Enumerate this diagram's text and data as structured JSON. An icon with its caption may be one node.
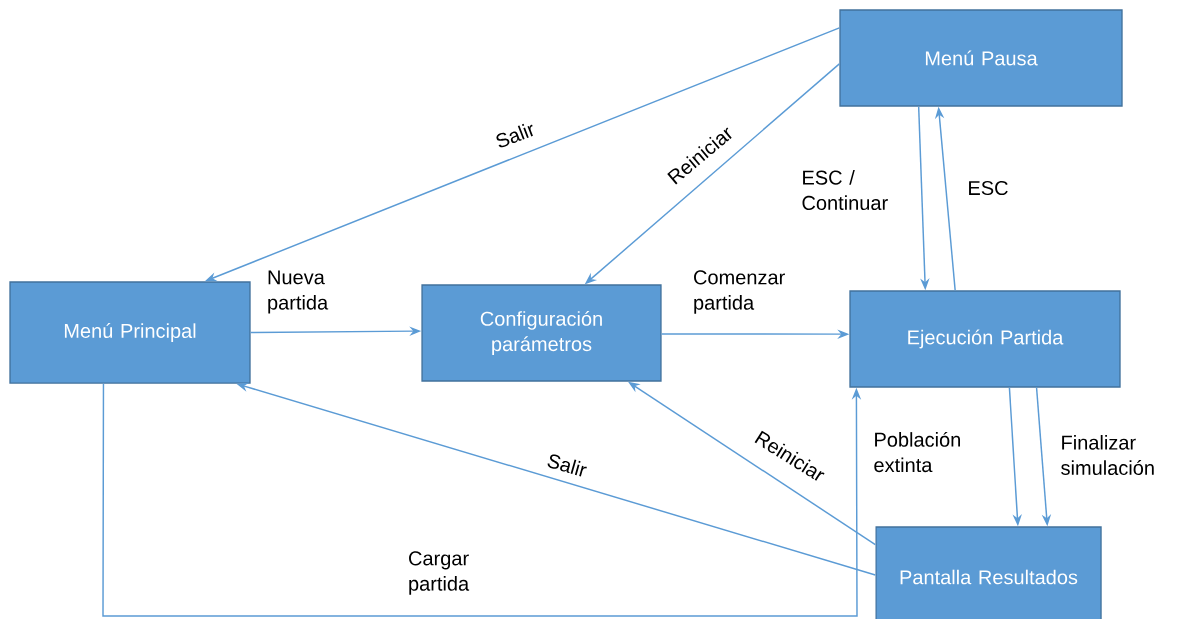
{
  "diagram": {
    "nodes": [
      {
        "text": [
          "Menú Pausa"
        ]
      },
      {
        "text": [
          "Menú Principal"
        ]
      },
      {
        "text": [
          "Configuración parámetros"
        ]
      },
      {
        "text": [
          "Ejecución Partida"
        ]
      },
      {
        "text": [
          "Pantalla Resultados"
        ]
      }
    ],
    "edges": [
      {
        "from": 0,
        "to": 1,
        "arrow": "to",
        "label": "Salir"
      },
      {
        "from": 0,
        "to": 2,
        "arrow": "to",
        "label": "Reiniciar"
      },
      {
        "from": 0,
        "to": 3,
        "arrow": "to",
        "label": "ESC / Continuar"
      },
      {
        "from": 3,
        "to": 0,
        "arrow": "to",
        "label": "ESC"
      },
      {
        "from": 1,
        "to": 2,
        "arrow": "to",
        "label": "Nueva partida"
      },
      {
        "from": 2,
        "to": 3,
        "arrow": "to",
        "label": "Comenzar partida"
      },
      {
        "from": 3,
        "to": 4,
        "arrow": "to",
        "label": "Población extinta"
      },
      {
        "from": 3,
        "to": 4,
        "arrow": "to",
        "label": "Finalizar simulación"
      },
      {
        "from": 4,
        "to": 1,
        "arrow": "to",
        "label": "Salir"
      },
      {
        "from": 4,
        "to": 2,
        "arrow": "to",
        "label": "Reiniciar"
      },
      {
        "from": 1,
        "to": 3,
        "arrow": "to",
        "label": "Cargar partida"
      }
    ]
  }
}
